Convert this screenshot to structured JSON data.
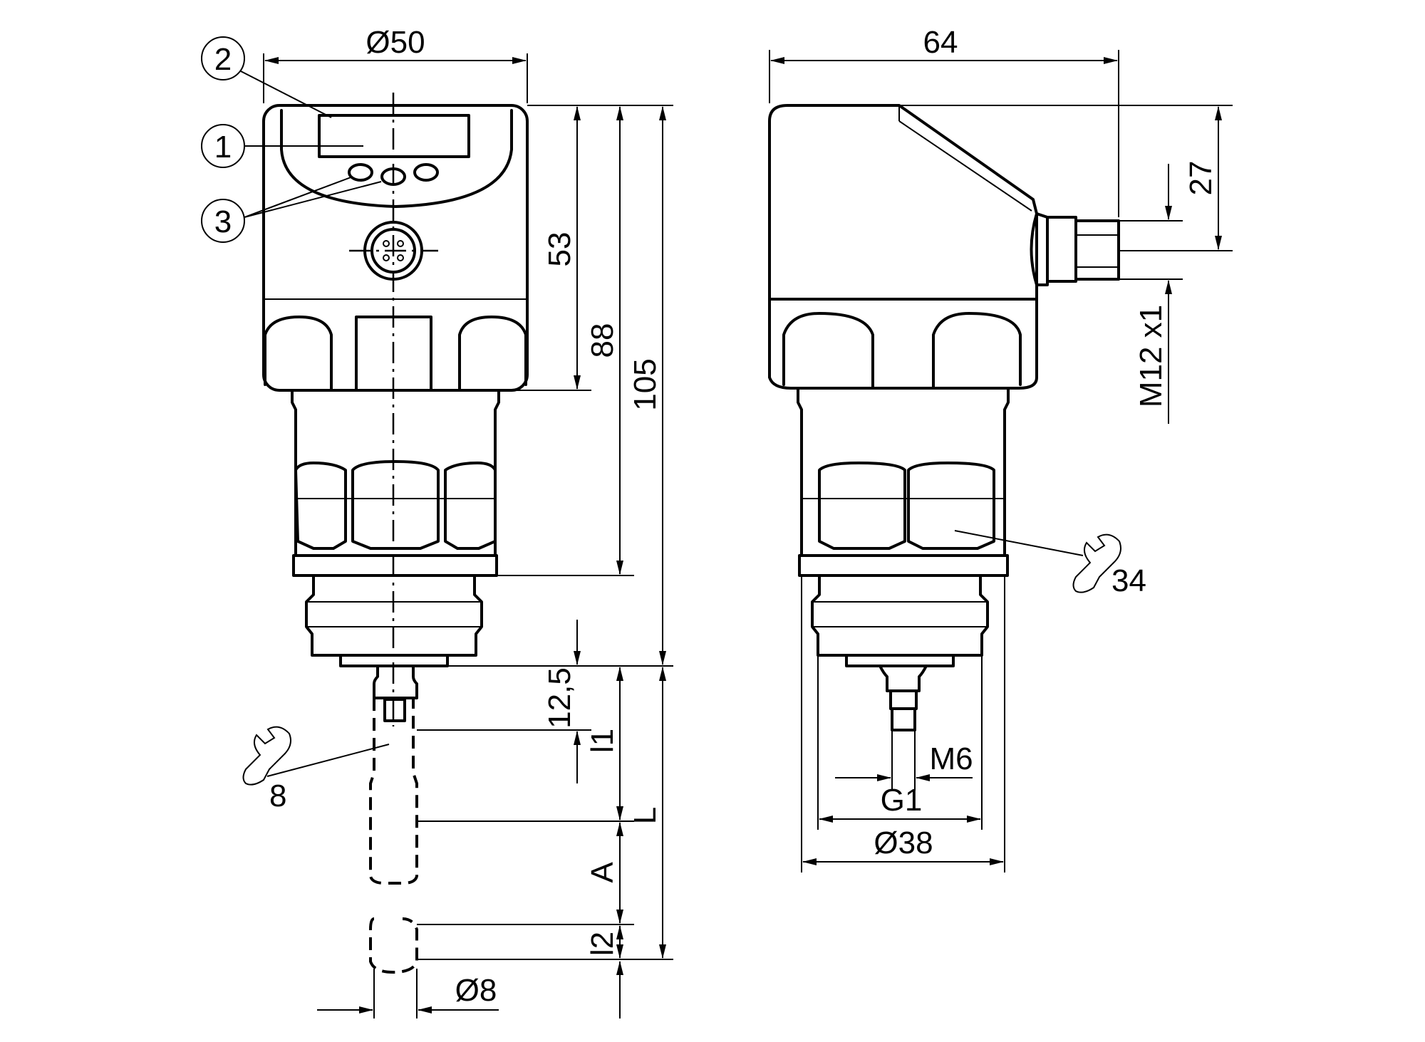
{
  "front_view": {
    "callouts": [
      "2",
      "1",
      "3"
    ],
    "dim_diameter_top": "Ø50",
    "dim_53": "53",
    "dim_88": "88",
    "dim_105": "105",
    "dim_12_5": "12,5",
    "dim_l1": "l1",
    "dim_l": "L",
    "dim_a": "A",
    "dim_l2": "l2",
    "dim_diameter_probe": "Ø8",
    "wrench_probe": "8"
  },
  "side_view": {
    "dim_width": "64",
    "dim_27": "27",
    "dim_connector": "M12 x1",
    "wrench_body": "34",
    "dim_m6": "M6",
    "dim_g1": "G1",
    "dim_diameter_base": "Ø38"
  }
}
